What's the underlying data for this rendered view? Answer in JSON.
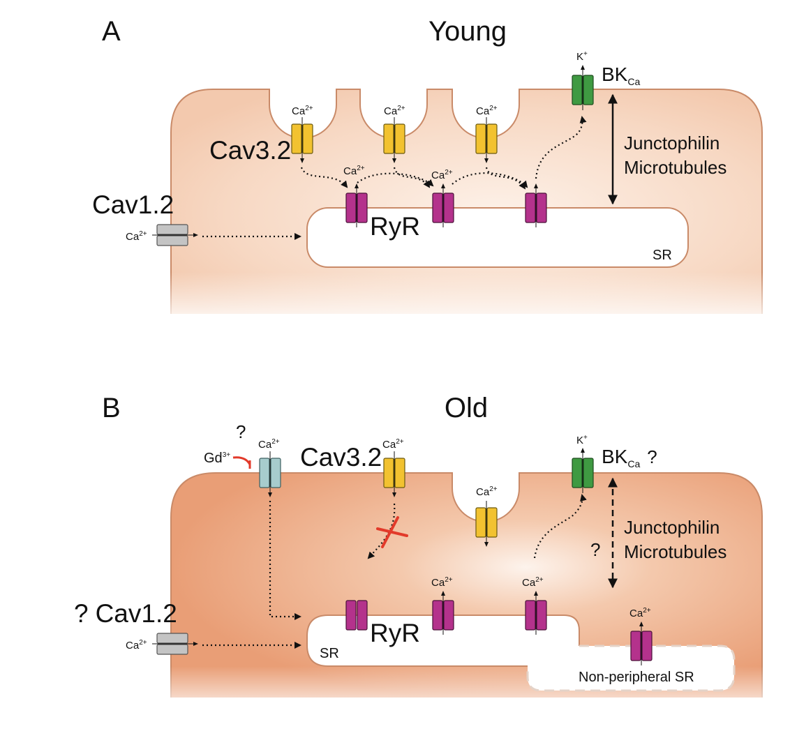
{
  "panels": [
    {
      "letter": "A",
      "title": "Young",
      "cav32_label": "Cav3.2",
      "cav12_label": "Cav1.2",
      "ryr_label": "RyR",
      "sr_label": "SR",
      "bk_label": "BK",
      "bk_sub": "Ca",
      "k_ion": "K",
      "k_charge": "+",
      "ca_ion": "Ca",
      "ca_charge": "2+",
      "link_line1": "Junctophilin",
      "link_line2": "Microtubules"
    },
    {
      "letter": "B",
      "title": "Old",
      "cav32_label": "Cav3.2",
      "cav12_label": "Cav1.2",
      "cav12_question": "?",
      "ryr_label": "RyR",
      "sr_label": "SR",
      "nonperipheral_sr_label": "Non-peripheral SR",
      "bk_label": "BK",
      "bk_sub": "Ca",
      "bk_question": "?",
      "k_ion": "K",
      "k_charge": "+",
      "ca_ion": "Ca",
      "ca_charge": "2+",
      "gd_ion": "Gd",
      "gd_charge": "3+",
      "gd_question": "?",
      "link_line1": "Junctophilin",
      "link_line2": "Microtubules",
      "link_question": "?"
    }
  ],
  "colors": {
    "young_cytoplasm": "#f7d6c0",
    "old_cytoplasm": "#eda57e",
    "membrane_outline": "#c98a68",
    "cav32_channel": "#f2c230",
    "ryr_channel": "#b4328c",
    "bk_channel": "#3f9a42",
    "cav12_channel": "#c4c4c4",
    "unknown_channel": "#a7cccd",
    "block_mark": "#e23a2a"
  }
}
